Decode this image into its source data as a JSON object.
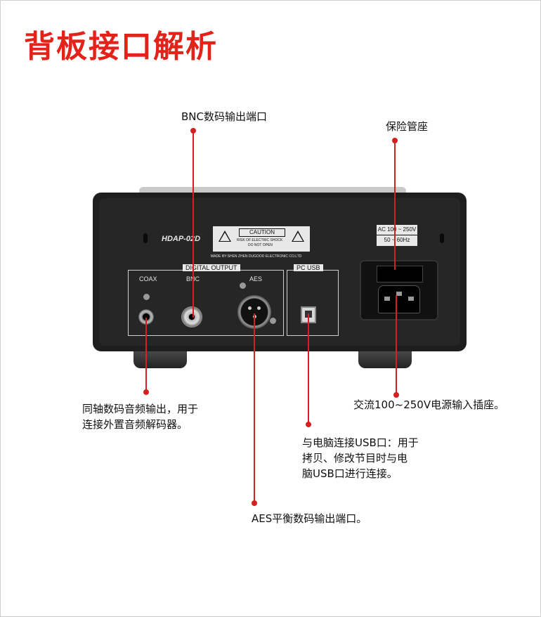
{
  "title": "背板接口解析",
  "callouts": {
    "bnc": "BNC数码输出端口",
    "fuse": "保险管座",
    "coax_line1": "同轴数码音频输出，用于",
    "coax_line2": "连接外置音频解码器。",
    "power": "交流100~250V电源输入插座。",
    "usb_line1": "与电脑连接USB口：用于",
    "usb_line2": "拷贝、修改节目时与电",
    "usb_line3": "脑USB口进行连接。",
    "aes": "AES平衡数码输出端口。"
  },
  "device": {
    "model": "HDAP-02D",
    "caution_title": "CAUTION",
    "caution_sub1": "RISK OF ELECTRIC SHOCK",
    "caution_sub2": "DO NOT OPEN",
    "maker": "MADE BY:SHEN ZHEN DUGOOD ELECTRONIC CO.LTD",
    "digital_output": "DIGITAL OUTPUT",
    "pc_usb": "PC USB",
    "coax": "COAX",
    "bnc": "BNC",
    "aes": "AES",
    "ac_range": "AC 100 ~ 250V",
    "freq": "50 ~ 60Hz"
  },
  "colors": {
    "accent": "#e2231a",
    "leader": "#d42020"
  }
}
